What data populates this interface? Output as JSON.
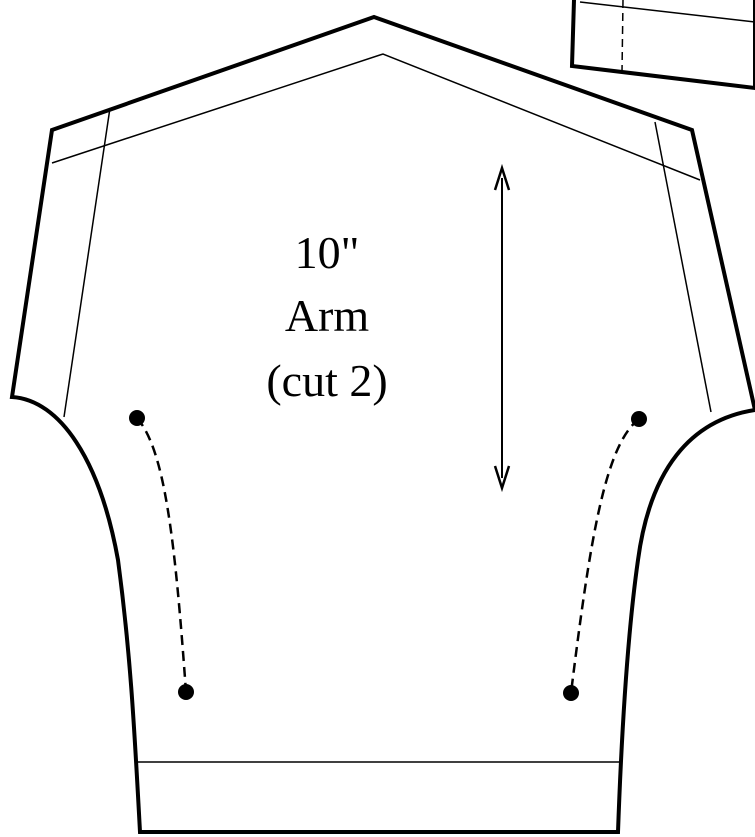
{
  "pattern": {
    "size_label": "10\"",
    "piece_name": "Arm",
    "cut_instruction": "(cut 2)"
  },
  "colors": {
    "line": "#000000",
    "background": "#ffffff"
  }
}
